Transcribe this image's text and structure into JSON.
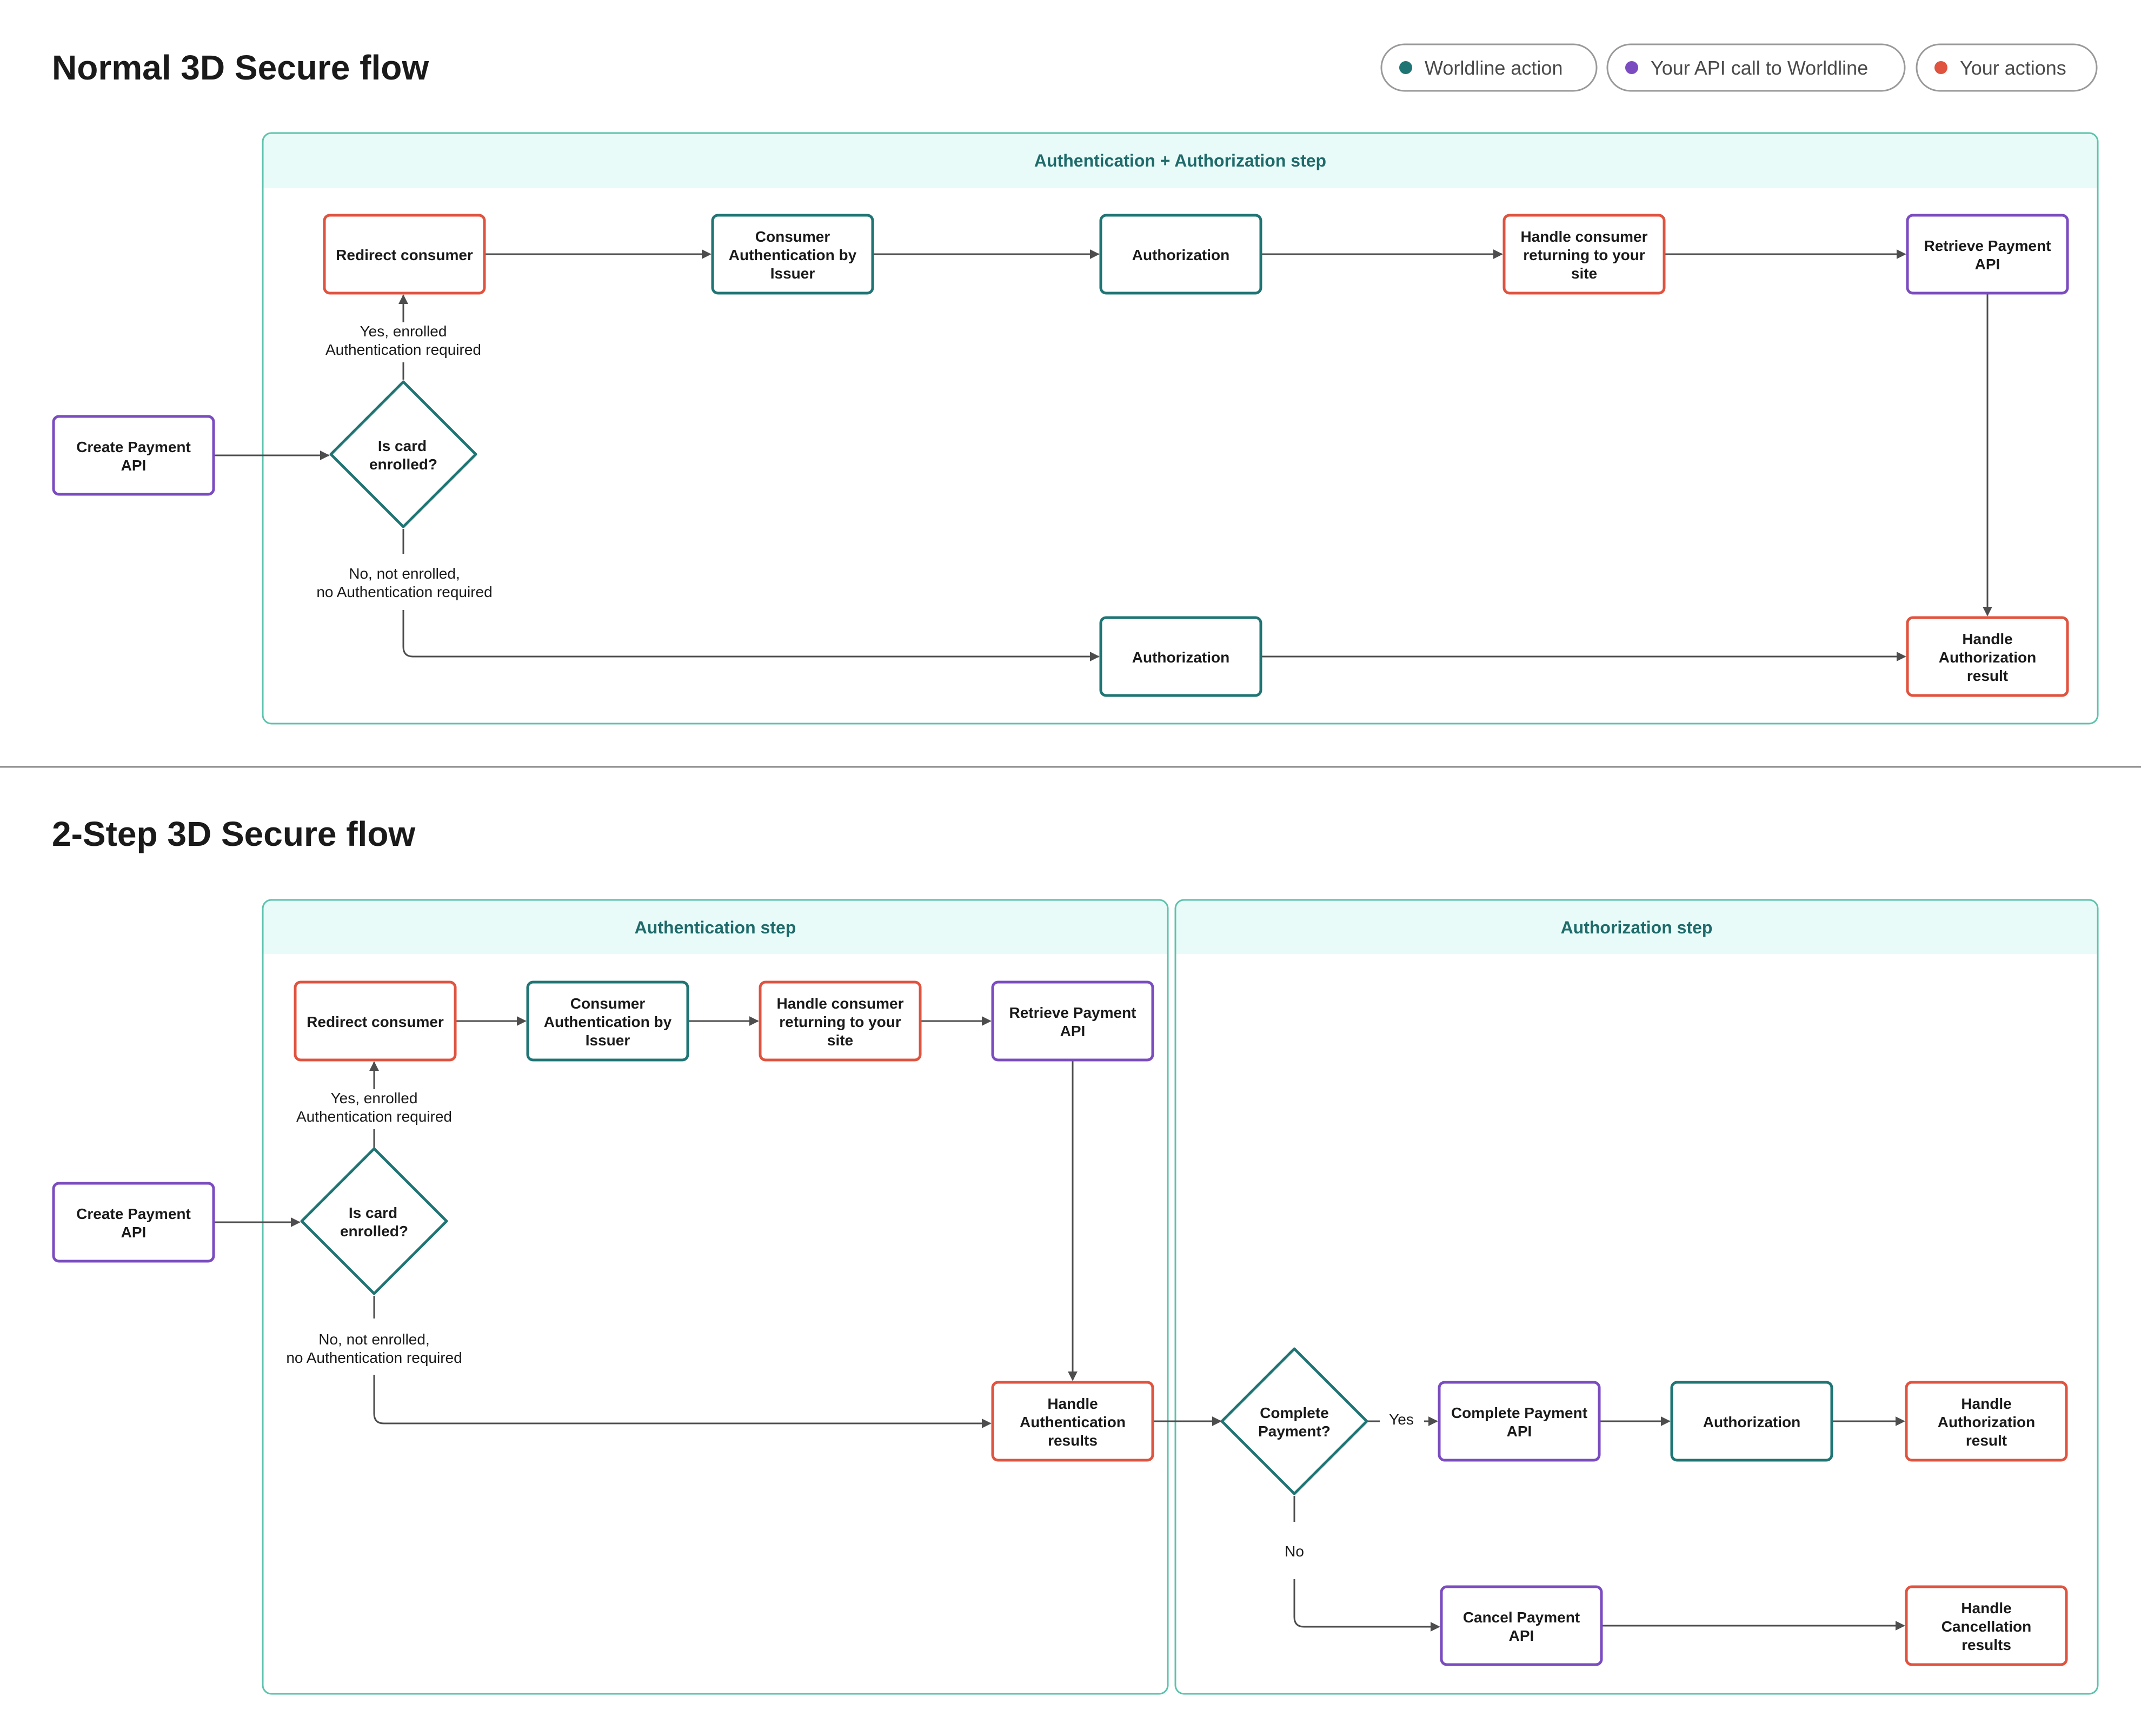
{
  "normal_flow": {
    "title": "Normal 3D Secure flow",
    "group_label": "Authentication + Authorization step",
    "nodes": {
      "create_payment": [
        "Create Payment",
        "API"
      ],
      "is_card_enrolled": [
        "Is card",
        "enrolled?"
      ],
      "redirect_consumer": [
        "Redirect consumer"
      ],
      "consumer_auth": [
        "Consumer",
        "Authentication by",
        "Issuer"
      ],
      "authorization_top": [
        "Authorization"
      ],
      "handle_return": [
        "Handle consumer",
        "returning to your",
        "site"
      ],
      "retrieve_payment": [
        "Retrieve Payment",
        "API"
      ],
      "authorization_bottom": [
        "Authorization"
      ],
      "handle_auth_result": [
        "Handle",
        "Authorization",
        "result"
      ]
    },
    "edge_labels": {
      "yes_enrolled": [
        "Yes, enrolled",
        "Authentication required"
      ],
      "no_enrolled": [
        "No, not enrolled,",
        "no Authentication required"
      ]
    }
  },
  "two_step_flow": {
    "title": "2-Step 3D Secure flow",
    "group_labels": {
      "authentication": "Authentication step",
      "authorization": "Authorization step"
    },
    "nodes": {
      "create_payment": [
        "Create Payment",
        "API"
      ],
      "is_card_enrolled": [
        "Is card",
        "enrolled?"
      ],
      "redirect_consumer": [
        "Redirect consumer"
      ],
      "consumer_auth": [
        "Consumer",
        "Authentication by",
        "Issuer"
      ],
      "handle_return": [
        "Handle consumer",
        "returning to your",
        "site"
      ],
      "retrieve_payment": [
        "Retrieve Payment",
        "API"
      ],
      "handle_auth_results": [
        "Handle",
        "Authentication",
        "results"
      ],
      "complete_payment_decision": [
        "Complete",
        "Payment?"
      ],
      "complete_payment_api": [
        "Complete Payment",
        "API"
      ],
      "authorization": [
        "Authorization"
      ],
      "handle_authorization_result": [
        "Handle",
        "Authorization",
        "result"
      ],
      "cancel_payment_api": [
        "Cancel Payment",
        "API"
      ],
      "handle_cancellation": [
        "Handle",
        "Cancellation",
        "results"
      ]
    },
    "edge_labels": {
      "yes_enrolled": [
        "Yes, enrolled",
        "Authentication required"
      ],
      "no_enrolled": [
        "No, not enrolled,",
        "no Authentication required"
      ],
      "yes": "Yes",
      "no": "No"
    }
  },
  "legend": {
    "worldline_action": "Worldline action",
    "api_call": "Your API call to Worldline",
    "your_actions": "Your actions"
  },
  "colors": {
    "worldline_action": "#1f7574",
    "api_call": "#7b4cc0",
    "your_actions": "#e0533f",
    "group_border": "#5cc3ad",
    "group_header": "#e9fbf8"
  }
}
